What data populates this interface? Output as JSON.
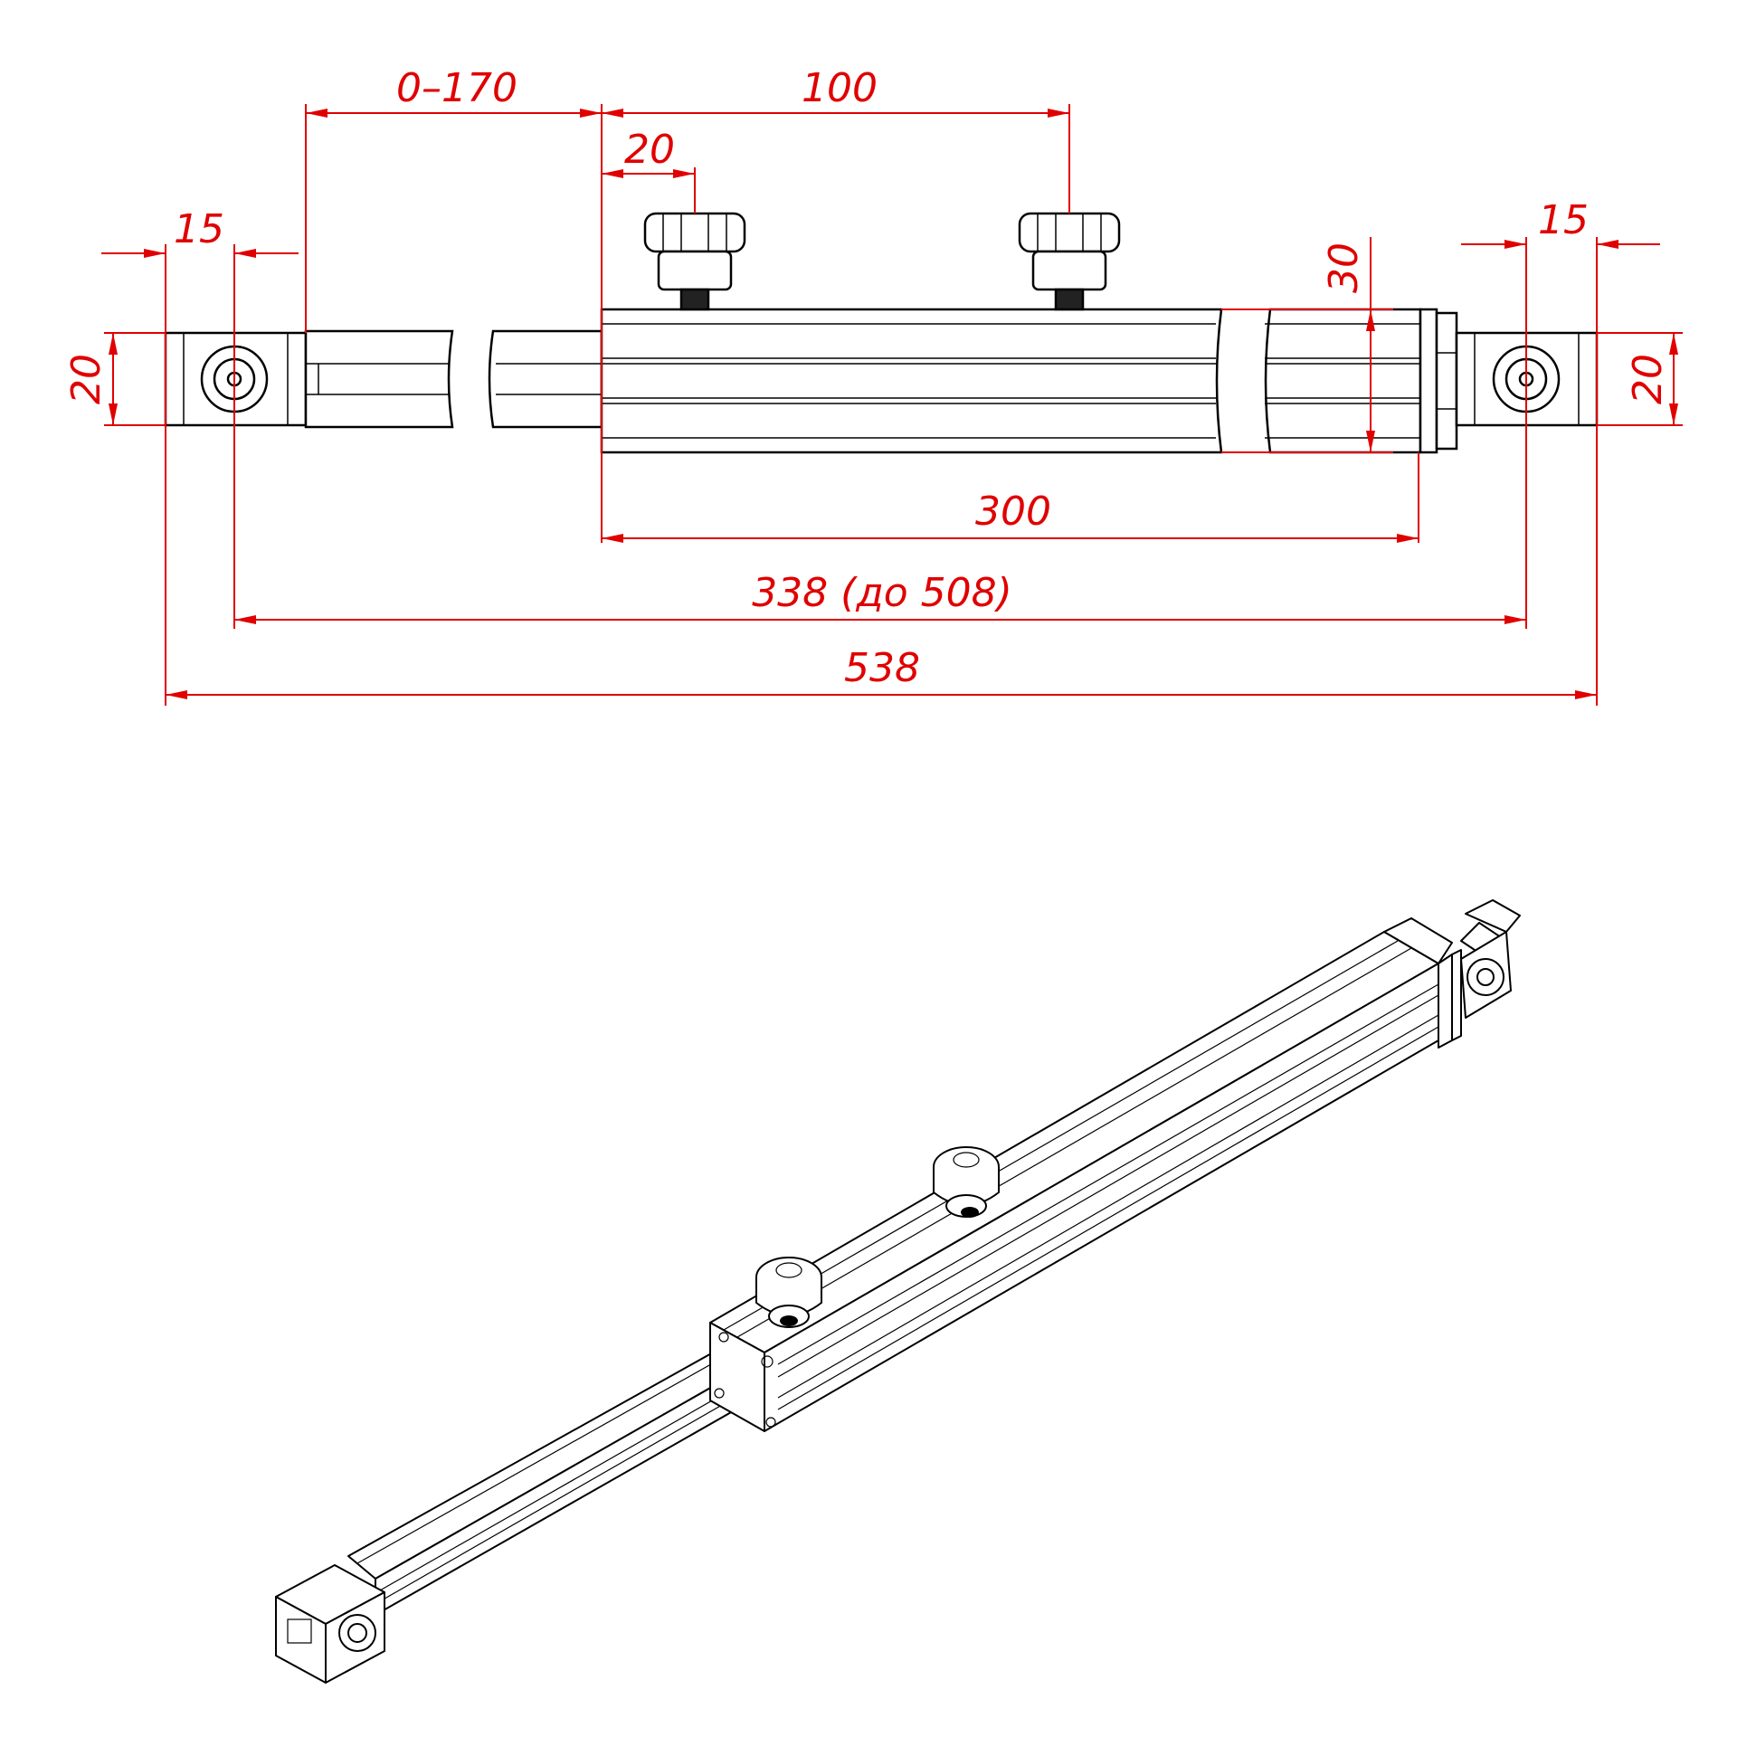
{
  "colors": {
    "dimension": "#e00000",
    "outline": "#000000",
    "background": "#ffffff"
  },
  "dimensions": {
    "adjust_range": "0–170",
    "knob_spacing": "100",
    "knob_offset": "20",
    "end_left": "15",
    "end_right": "15",
    "height_left": "20",
    "height_right": "20",
    "profile_height": "30",
    "sleeve_length": "300",
    "pivot_span": "338 (до 508)",
    "overall_length": "538"
  },
  "icons": {
    "front_view": "profile-assembly-front-view",
    "iso_view": "profile-assembly-isometric-view"
  }
}
